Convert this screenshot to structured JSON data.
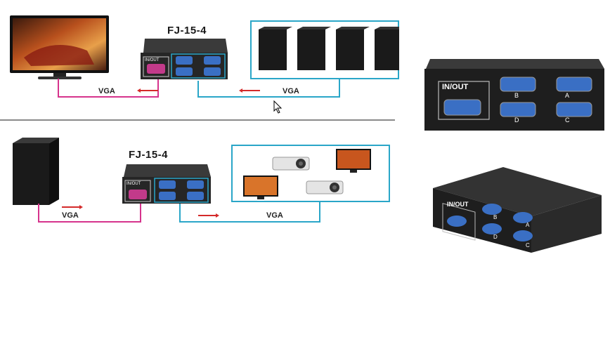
{
  "diagram_top": {
    "model": "FJ-15-4",
    "vga_left": "VGA",
    "vga_right": "VGA",
    "port_label": "IN/OUT"
  },
  "diagram_bottom": {
    "model": "FJ-15-4",
    "vga_left": "VGA",
    "vga_right": "VGA",
    "port_label": "IN/OUT"
  },
  "photo_top": {
    "port_label": "IN/OUT",
    "ports": [
      "B",
      "A",
      "D",
      "C"
    ]
  },
  "photo_bottom": {
    "port_label": "IN/OUT",
    "ports": [
      "B",
      "A",
      "D",
      "C"
    ]
  },
  "colors": {
    "magenta_cable": "#d6338c",
    "cyan_cable": "#2aa6c8",
    "arrow_red": "#d42a2a",
    "device_dark": "#2b2b2b",
    "port_blue": "#3a6fc4"
  }
}
